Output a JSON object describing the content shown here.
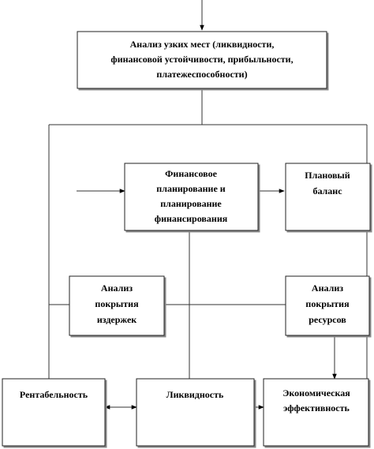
{
  "diagram": {
    "analysis": [
      "Анализ узких  мест (ликвидности,",
      "финансовой устойчивости, прибыльности,",
      "платежеспособности)"
    ],
    "planning": [
      "Финансовое",
      "планирование и",
      "планирование",
      "финансирования"
    ],
    "plan_balance": [
      "Плановый",
      "баланс"
    ],
    "cost_cover": [
      "Анализ",
      "покрытия",
      "издержек"
    ],
    "res_cover": [
      "Анализ",
      "покрытия",
      "ресурсов"
    ],
    "profitability": [
      "Рентабельность"
    ],
    "liquidity": [
      "Ликвидность"
    ],
    "economic": [
      "Экономическая",
      "эффективность"
    ]
  }
}
